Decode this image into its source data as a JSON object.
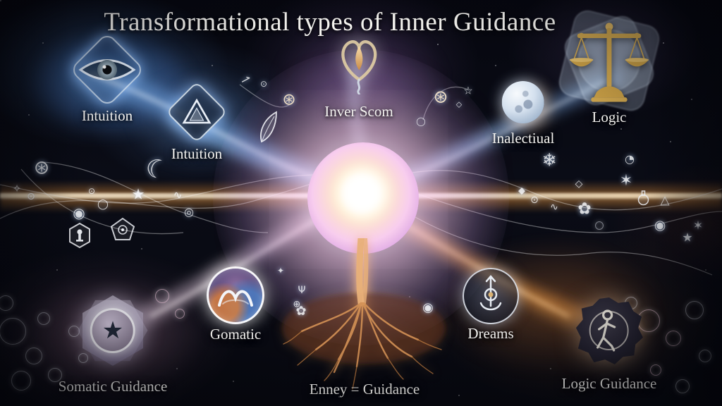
{
  "title": "Transformational types of Inner Guidance",
  "nodes": {
    "intuition_eye": {
      "label": "Intuition",
      "icon": "eye-icon"
    },
    "intuition_triangle": {
      "label": "Intuition",
      "icon": "triangle-prism-icon"
    },
    "inner_scom": {
      "label": "Inver Scom",
      "icon": "heart-flame-icon"
    },
    "intellectual": {
      "label": "Inalectiual",
      "icon": "moon-icon"
    },
    "logic": {
      "label": "Logic",
      "icon": "scales-icon"
    },
    "somatic": {
      "label": "Somatic Guidance",
      "icon": "star-hexagram-icon"
    },
    "gomatic": {
      "label": "Gomatic",
      "icon": "crossed-arcs-icon"
    },
    "dreams": {
      "label": "Dreams",
      "icon": "anchor-emblem-icon"
    },
    "enney": {
      "label": "Enney = Guidance",
      "icon": "tree-roots-icon"
    },
    "logic_guidance": {
      "label": "Logic Guidance",
      "icon": "walking-figure-rose-icon"
    }
  },
  "decor": {
    "crescent": "☾",
    "star_filled": "★",
    "star_outline": "☆",
    "four_star": "✦",
    "snowflake": "❄",
    "flower": "✿",
    "diamond": "◇",
    "diamond_filled": "◆",
    "circle": "◯",
    "circle_dot": "⊙",
    "circle_ring": "◎",
    "circled_star": "⊛",
    "circled_plus": "⊕",
    "disc": "◉",
    "triangle": "△",
    "six_star": "✶",
    "sparkle": "✧",
    "wave": "∿",
    "psi": "Ψ",
    "half": "◔",
    "harpoon": "⇀"
  },
  "colors": {
    "background": "#07080f",
    "beam_orange": "#e08a3c",
    "orb_core": "#fffdf5",
    "orb_pink": "#f2c4ec",
    "energy_blue": "#6f9fd8",
    "gold": "#c9a14a",
    "root_orange": "#d29055",
    "text": "#f4f3f0"
  }
}
